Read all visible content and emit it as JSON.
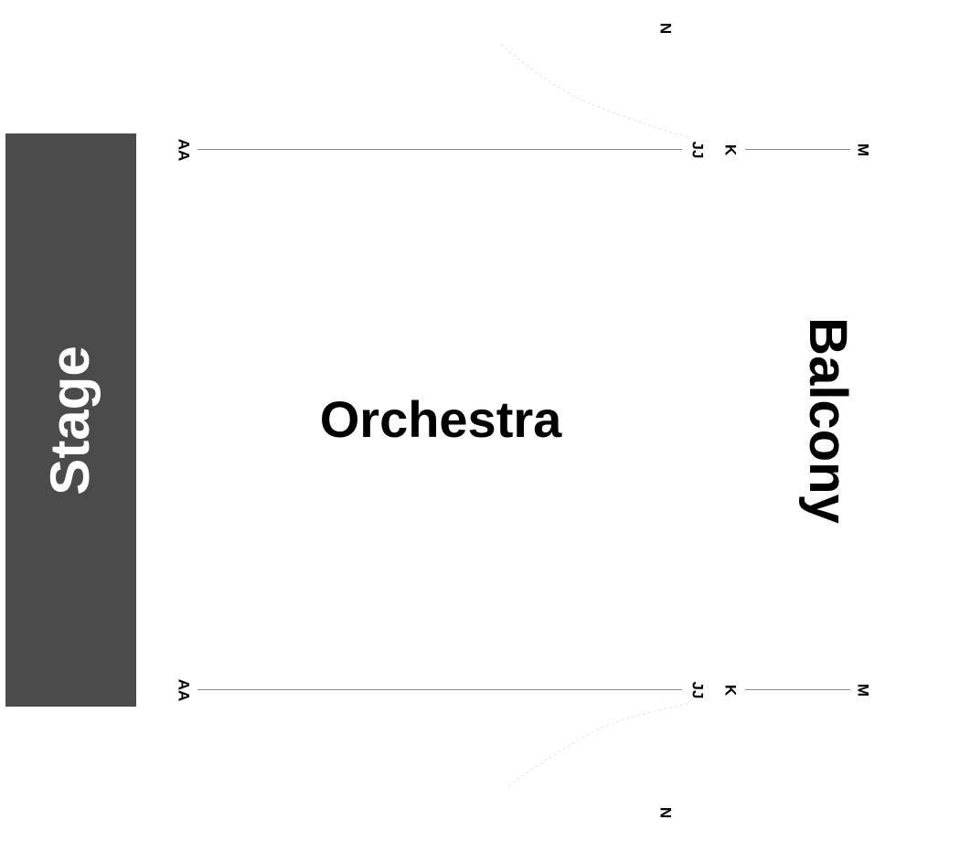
{
  "sections": {
    "stage": "Stage",
    "orchestra": "Orchestra",
    "balcony": "Balcony"
  },
  "rows": {
    "aa": "AA",
    "jj": "JJ",
    "k": "K",
    "m": "M",
    "n": "N"
  },
  "colors": {
    "stage_fill": "#4b4b4b",
    "stage_text": "#ffffff",
    "text": "#000000",
    "row_line": "#8a8a8a",
    "background": "#ffffff"
  }
}
